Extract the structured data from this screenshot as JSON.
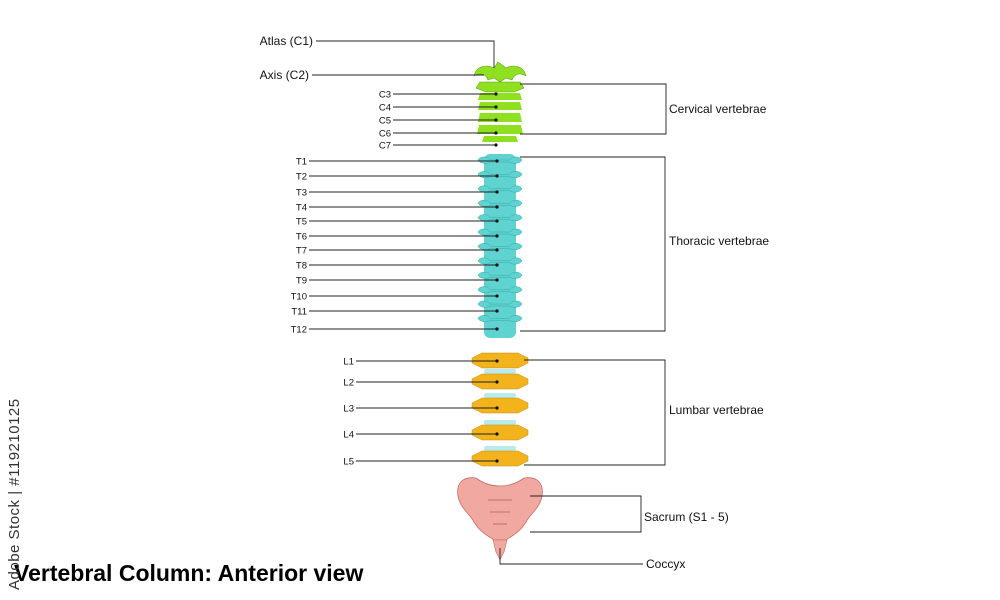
{
  "title": "Vertebral Column: Anterior view",
  "watermark": "Adobe Stock | #119210125",
  "colors": {
    "cervical": "#8fe01f",
    "thoracic": "#5ed3d0",
    "lumbar": "#f2b31c",
    "disc": "#b8ecec",
    "sacrum": "#f0a8a0",
    "leader": "#222222"
  },
  "labels": {
    "atlas": "Atlas (C1)",
    "axis": "Axis (C2)",
    "cervical_vertebrae": "Cervical vertebrae",
    "thoracic_vertebrae": "Thoracic vertebrae",
    "lumbar_vertebrae": "Lumbar vertebrae",
    "sacrum": "Sacrum (S1 - 5)",
    "coccyx": "Coccyx"
  },
  "cervical": [
    "C3",
    "C4",
    "C5",
    "C6",
    "C7"
  ],
  "thoracic": [
    "T1",
    "T2",
    "T3",
    "T4",
    "T5",
    "T6",
    "T7",
    "T8",
    "T9",
    "T10",
    "T11",
    "T12"
  ],
  "lumbar": [
    "L1",
    "L2",
    "L3",
    "L4",
    "L5"
  ]
}
